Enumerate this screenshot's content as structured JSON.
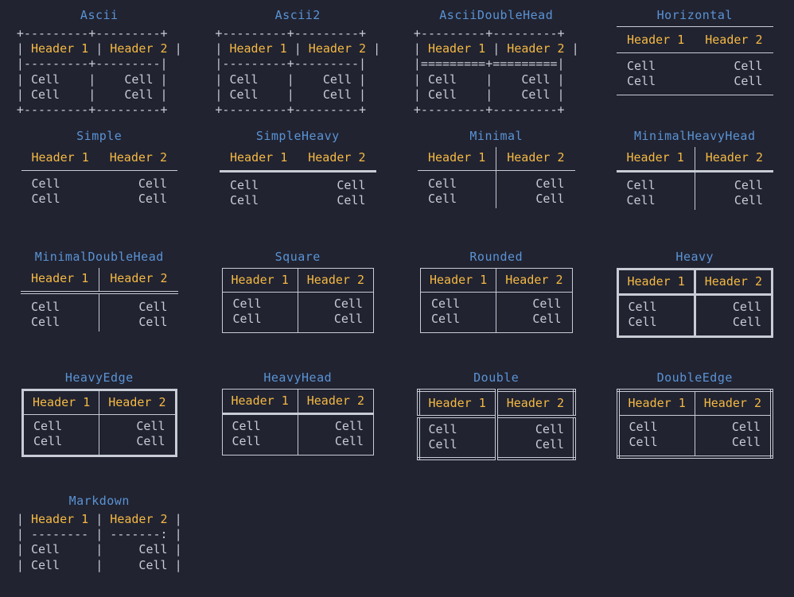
{
  "page": {
    "background": "#212331",
    "title_color": "#5a93d4",
    "header_color": "#f5b942",
    "cell_color": "#c8ccd4",
    "line_color": "#c8ccd4"
  },
  "common": {
    "header_1": "Header 1",
    "header_2": "Header 2",
    "cell": "Cell"
  },
  "boxes": [
    {
      "id": "ascii",
      "title": "Ascii",
      "render": "ascii",
      "lines": [
        "+---------+---------+",
        "| Header 1 | Header 2 |",
        "|---------+---------|",
        "| Cell    |    Cell |",
        "| Cell    |    Cell |",
        "+---------+---------+"
      ]
    },
    {
      "id": "ascii2",
      "title": "Ascii2",
      "render": "ascii",
      "lines": [
        "+---------+---------+",
        "| Header 1 | Header 2 |",
        "|---------+---------|",
        "| Cell    |    Cell |",
        "| Cell    |    Cell |",
        "+---------+---------+"
      ]
    },
    {
      "id": "asciidoublehead",
      "title": "AsciiDoubleHead",
      "render": "ascii",
      "lines": [
        "+---------+---------+",
        "| Header 1 | Header 2 |",
        "|=========+=========|",
        "| Cell    |    Cell |",
        "| Cell    |    Cell |",
        "+---------+---------+"
      ]
    },
    {
      "id": "horizontal",
      "title": "Horizontal",
      "render": "box",
      "variant": "v-horizontal"
    },
    {
      "id": "simple",
      "title": "Simple",
      "render": "box",
      "variant": "v-simple"
    },
    {
      "id": "simpleheavy",
      "title": "SimpleHeavy",
      "render": "box",
      "variant": "v-simpleheavy"
    },
    {
      "id": "minimal",
      "title": "Minimal",
      "render": "box",
      "variant": "v-minimal"
    },
    {
      "id": "minimalheavyhead",
      "title": "MinimalHeavyHead",
      "render": "box",
      "variant": "v-minimalheavyhead"
    },
    {
      "id": "minimaldoublehead",
      "title": "MinimalDoubleHead",
      "render": "box",
      "variant": "v-minimaldoublehead"
    },
    {
      "id": "square",
      "title": "Square",
      "render": "box",
      "variant": "v-square"
    },
    {
      "id": "rounded",
      "title": "Rounded",
      "render": "box",
      "variant": "v-rounded"
    },
    {
      "id": "heavy",
      "title": "Heavy",
      "render": "box",
      "variant": "v-heavy"
    },
    {
      "id": "heavyedge",
      "title": "HeavyEdge",
      "render": "box",
      "variant": "v-heavyedge"
    },
    {
      "id": "heavyhead",
      "title": "HeavyHead",
      "render": "box",
      "variant": "v-heavyhead"
    },
    {
      "id": "double",
      "title": "Double",
      "render": "box",
      "variant": "v-double"
    },
    {
      "id": "doubleedge",
      "title": "DoubleEdge",
      "render": "box",
      "variant": "v-doubleedge"
    },
    {
      "id": "markdown",
      "title": "Markdown",
      "render": "ascii",
      "lines": [
        "| Header 1 | Header 2 |",
        "| -------- | -------: |",
        "| Cell     |     Cell |",
        "| Cell     |     Cell |"
      ]
    }
  ]
}
